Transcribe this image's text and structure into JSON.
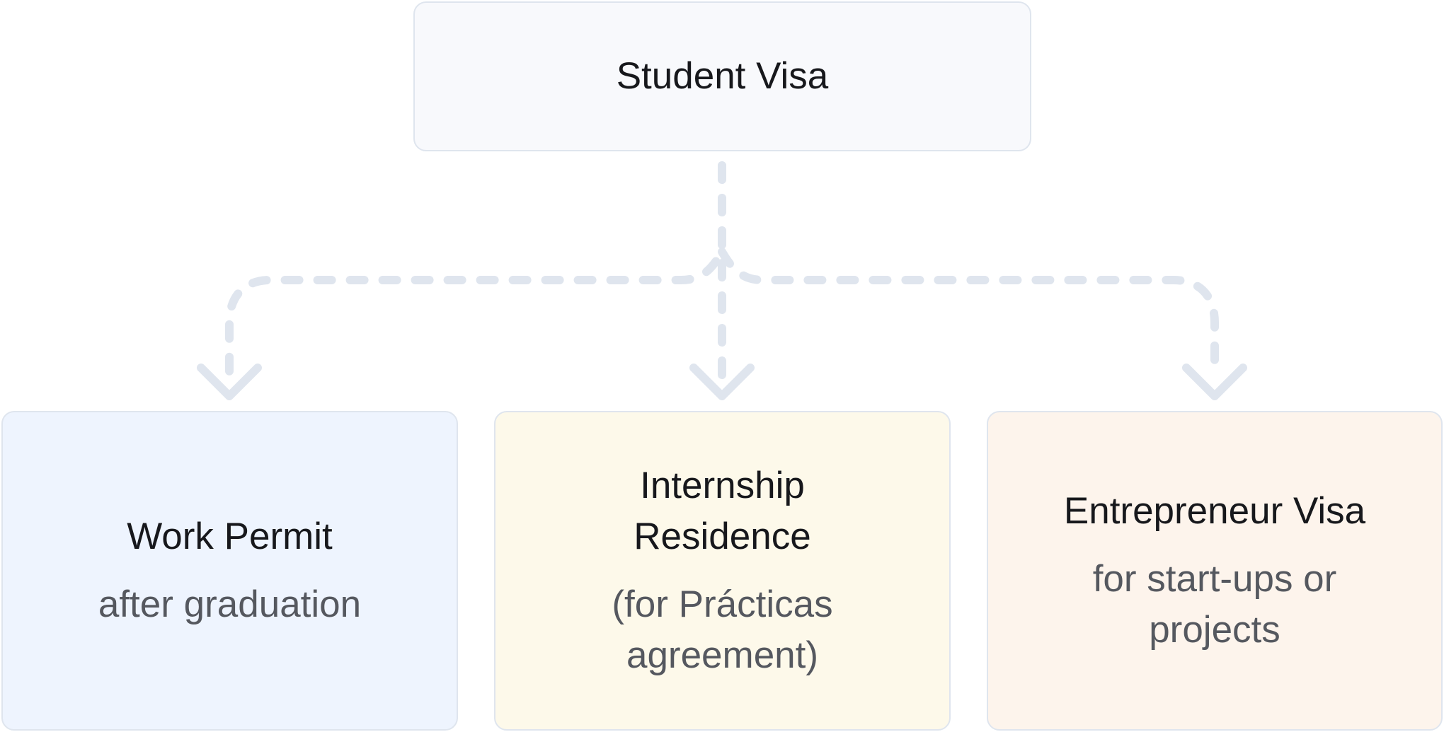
{
  "diagram": {
    "root": {
      "title": "Student Visa"
    },
    "children": [
      {
        "title": "Work Permit",
        "subtitle": "after graduation"
      },
      {
        "title": "Internship Residence",
        "subtitle": "(for Prácticas agreement)"
      },
      {
        "title": "Entrepreneur Visa",
        "subtitle": "for start-ups or projects"
      }
    ],
    "colors": {
      "root_fill": "#f8f9fc",
      "work_fill": "#eef4fe",
      "internship_fill": "#fdf9ea",
      "entrepreneur_fill": "#fdf4ec",
      "border": "#dfe5ee",
      "connector": "#dfe5ee",
      "title_text": "#17181c",
      "subtitle_text": "#55585f"
    }
  }
}
